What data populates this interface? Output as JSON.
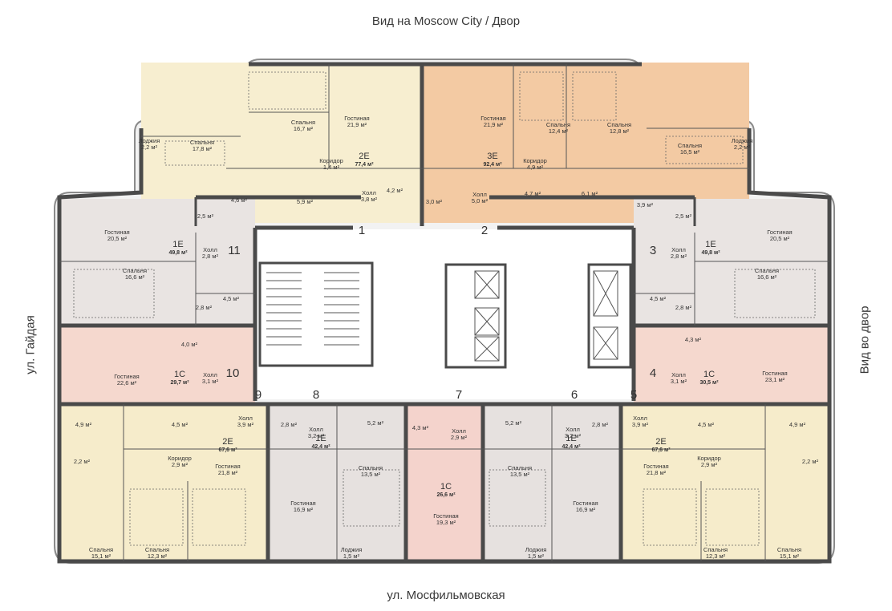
{
  "streets": {
    "top": "Вид на Moscow City / Двор",
    "bottom": "ул. Мосфильмовская",
    "left": "ул. Гайдая",
    "right": "Вид во двор"
  },
  "colors": {
    "2E_top": "#f7eed0",
    "3E": "#f3caa3",
    "1E": "#e9e4e2",
    "1C": "#f5d8ce",
    "2E_bottom": "#f6eccb",
    "1E_bottom": "#e6e1df",
    "1C_bottom": "#f4d3cc",
    "walls": "#4a4a4a",
    "core": "#ffffff"
  },
  "apartments": [
    {
      "id": "2E",
      "area": "77,4 м²",
      "number": "1",
      "rooms": [
        {
          "name": "Спальня",
          "area": "16,7 м²"
        },
        {
          "name": "Гостиная",
          "area": "21,9 м²"
        },
        {
          "name": "Спальня",
          "area": "17,8 м²"
        },
        {
          "name": "Лоджия",
          "area": "2,2 м²"
        },
        {
          "name": "Коридор",
          "area": "1,4 м²"
        },
        {
          "name": "Холл",
          "area": "3,8 м²"
        },
        {
          "name": "",
          "area": "4,6 м²"
        },
        {
          "name": "",
          "area": "5,9 м²"
        },
        {
          "name": "",
          "area": "4,2 м²"
        }
      ]
    },
    {
      "id": "3E",
      "area": "92,4 м²",
      "number": "2",
      "rooms": [
        {
          "name": "Гостиная",
          "area": "21,9 м²"
        },
        {
          "name": "Спальня",
          "area": "12,4 м²"
        },
        {
          "name": "Спальня",
          "area": "12,8 м²"
        },
        {
          "name": "Спальня",
          "area": "16,5 м²"
        },
        {
          "name": "Лоджия",
          "area": "2,2 м²"
        },
        {
          "name": "Коридор",
          "area": "4,9 м²"
        },
        {
          "name": "Холл",
          "area": "5,0 м²"
        },
        {
          "name": "",
          "area": "3,0 м²"
        },
        {
          "name": "",
          "area": "4,7 м²"
        },
        {
          "name": "",
          "area": "6,1 м²"
        },
        {
          "name": "",
          "area": "3,9 м²"
        }
      ]
    },
    {
      "id": "1E",
      "area": "49,8 м²",
      "number": "11",
      "rooms": [
        {
          "name": "Гостиная",
          "area": "20,5 м²"
        },
        {
          "name": "Холл",
          "area": "2,8 м²"
        },
        {
          "name": "Спальня",
          "area": "16,6 м²"
        },
        {
          "name": "",
          "area": "2,5 м²"
        },
        {
          "name": "",
          "area": "4,5 м²"
        },
        {
          "name": "",
          "area": "2,8 м²"
        }
      ]
    },
    {
      "id": "1E",
      "area": "49,8 м²",
      "number": "3",
      "rooms": [
        {
          "name": "Гостиная",
          "area": "20,5 м²"
        },
        {
          "name": "Холл",
          "area": "2,8 м²"
        },
        {
          "name": "Спальня",
          "area": "16,6 м²"
        },
        {
          "name": "",
          "area": "2,5 м²"
        },
        {
          "name": "",
          "area": "4,5 м²"
        },
        {
          "name": "",
          "area": "2,8 м²"
        }
      ]
    },
    {
      "id": "1С",
      "area": "29,7 м²",
      "number": "10",
      "rooms": [
        {
          "name": "Гостиная",
          "area": "22,6 м²"
        },
        {
          "name": "Холл",
          "area": "3,1 м²"
        },
        {
          "name": "",
          "area": "4,0 м²"
        }
      ]
    },
    {
      "id": "1С",
      "area": "30,5 м²",
      "number": "4",
      "rooms": [
        {
          "name": "Гостиная",
          "area": "23,1 м²"
        },
        {
          "name": "Холл",
          "area": "3,1 м²"
        },
        {
          "name": "",
          "area": "4,3 м²"
        }
      ]
    },
    {
      "id": "2E",
      "area": "67,6 м²",
      "number": "9",
      "rooms": [
        {
          "name": "Холл",
          "area": "3,9 м²"
        },
        {
          "name": "Коридор",
          "area": "2,9 м²"
        },
        {
          "name": "Гостиная",
          "area": "21,8 м²"
        },
        {
          "name": "Спальня",
          "area": "15,1 м²"
        },
        {
          "name": "Спальня",
          "area": "12,3 м²"
        },
        {
          "name": "",
          "area": "4,9 м²"
        },
        {
          "name": "",
          "area": "4,5 м²"
        },
        {
          "name": "",
          "area": "2,2 м²"
        }
      ]
    },
    {
      "id": "1E",
      "area": "42,4 м²",
      "number": "8",
      "rooms": [
        {
          "name": "Холл",
          "area": "3,2 м²"
        },
        {
          "name": "Спальня",
          "area": "13,5 м²"
        },
        {
          "name": "Гостиная",
          "area": "16,9 м²"
        },
        {
          "name": "Лоджия",
          "area": "1,5 м²"
        },
        {
          "name": "",
          "area": "5,2 м²"
        },
        {
          "name": "",
          "area": "2,8 м²"
        }
      ]
    },
    {
      "id": "1С",
      "area": "26,6 м²",
      "number": "7",
      "rooms": [
        {
          "name": "Холл",
          "area": "2,9 м²"
        },
        {
          "name": "Гостиная",
          "area": "19,3 м²"
        },
        {
          "name": "",
          "area": "4,3 м²"
        }
      ]
    },
    {
      "id": "1E",
      "area": "42,4 м²",
      "number": "6",
      "rooms": [
        {
          "name": "Холл",
          "area": "3,2 м²"
        },
        {
          "name": "Спальня",
          "area": "13,5 м²"
        },
        {
          "name": "Гостиная",
          "area": "16,9 м²"
        },
        {
          "name": "Лоджия",
          "area": "1,5 м²"
        },
        {
          "name": "",
          "area": "5,2 м²"
        },
        {
          "name": "",
          "area": "2,8 м²"
        }
      ]
    },
    {
      "id": "2E",
      "area": "67,6 м²",
      "number": "5",
      "rooms": [
        {
          "name": "Холл",
          "area": "3,9 м²"
        },
        {
          "name": "Коридор",
          "area": "2,9 м²"
        },
        {
          "name": "Гостиная",
          "area": "21,8 м²"
        },
        {
          "name": "Спальня",
          "area": "12,3 м²"
        },
        {
          "name": "Спальня",
          "area": "15,1 м²"
        },
        {
          "name": "",
          "area": "4,5 м²"
        },
        {
          "name": "",
          "area": "4,9 м²"
        },
        {
          "name": "",
          "area": "2,2 м²"
        }
      ]
    }
  ]
}
